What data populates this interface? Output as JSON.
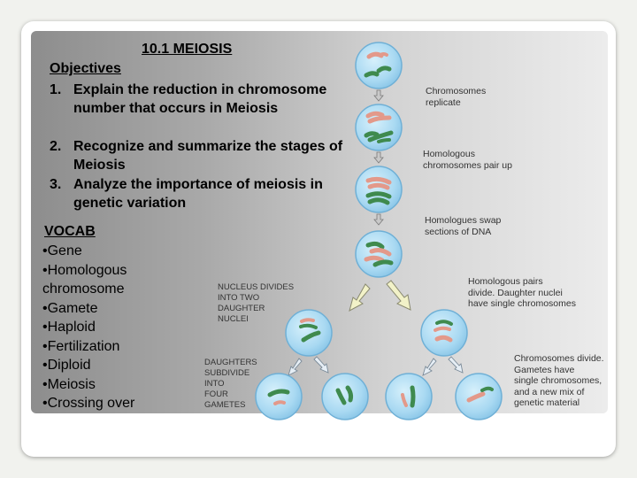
{
  "slide": {
    "title": "10.1 MEIOSIS",
    "objectives_heading": "Objectives",
    "objectives": [
      {
        "num": "1.",
        "text": "Explain the reduction in chromosome number that occurs in Meiosis"
      },
      {
        "num": "2.",
        "text": "Recognize and summarize the stages of Meiosis"
      },
      {
        "num": "3.",
        "text": "Analyze the importance of meiosis in genetic variation"
      }
    ],
    "vocab_heading": "VOCAB",
    "vocab": [
      "•Gene",
      "•Homologous chromosome",
      "•Gamete",
      "•Haploid",
      "•Fertilization",
      "•Diploid",
      "•Meiosis",
      "•Crossing over"
    ]
  },
  "diagram": {
    "labels": {
      "replicate": "Chromosomes\nreplicate",
      "pair_up": "Homologous\nchromosomes pair up",
      "swap": "Homologues swap\nsections of DNA",
      "divide": "Homologous pairs\ndivide. Daughter nuclei\nhave single chromosomes",
      "nucleus_divides": "NUCLEUS DIVIDES\nINTO TWO\nDAUGHTER\nNUCLEI",
      "daughters_subdivide": "DAUGHTERS\nSUBDIVIDE\nINTO\nFOUR\nGAMETES",
      "gametes": "Chromosomes divide.\nGametes have\nsingle chromosomes,\nand a new mix of\ngenetic material"
    },
    "colors": {
      "cell_fill": "#a9d9f2",
      "cell_edge": "#79b9dc",
      "chromosome_pink": "#e3998a",
      "chromosome_green": "#3f8a4e"
    }
  }
}
